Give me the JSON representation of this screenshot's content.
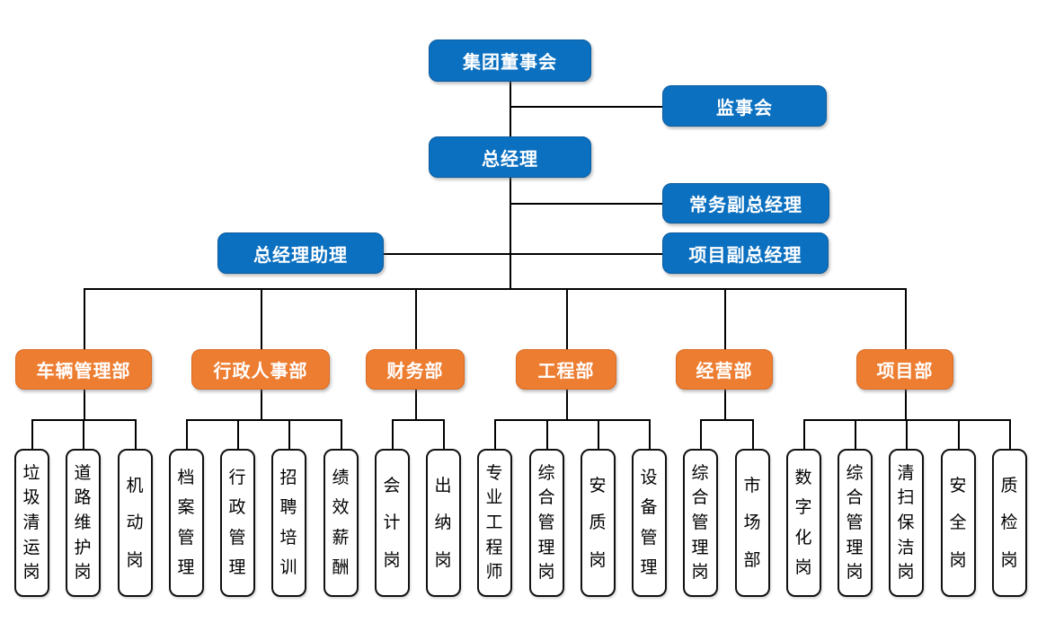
{
  "palette": {
    "executive_fill": "#0B70C0",
    "department_fill": "#ED7D31",
    "box_text": "#FFFFFF",
    "leaf_fill": "#FFFFFF",
    "leaf_text": "#000000",
    "leaf_border": "#111111",
    "connector": "#000000"
  },
  "org_chart": {
    "executive_nodes": [
      {
        "id": "board",
        "label": "集团董事会"
      },
      {
        "id": "supervisory-board",
        "label": "监事会"
      },
      {
        "id": "general-manager",
        "label": "总经理"
      },
      {
        "id": "executive-deputy-gm",
        "label": "常务副总经理"
      },
      {
        "id": "gm-assistant",
        "label": "总经理助理"
      },
      {
        "id": "project-deputy-gm",
        "label": "项目副总经理"
      }
    ],
    "departments": [
      {
        "id": "vehicle-management",
        "label": "车辆管理部",
        "positions": [
          "垃圾清运岗",
          "道路维护岗",
          "机动岗"
        ]
      },
      {
        "id": "admin-hr",
        "label": "行政人事部",
        "positions": [
          "档案管理",
          "行政管理",
          "招聘培训",
          "绩效薪酬"
        ]
      },
      {
        "id": "finance",
        "label": "财务部",
        "positions": [
          "会计岗",
          "出纳岗"
        ]
      },
      {
        "id": "engineering",
        "label": "工程部",
        "positions": [
          "专业工程师",
          "综合管理岗",
          "安质岗",
          "设备管理"
        ]
      },
      {
        "id": "operations",
        "label": "经营部",
        "positions": [
          "综合管理岗",
          "市场部"
        ]
      },
      {
        "id": "project",
        "label": "项目部",
        "positions": [
          "数字化岗",
          "综合管理岗",
          "清扫保洁岗",
          "安全岗",
          "质检岗"
        ]
      }
    ]
  }
}
